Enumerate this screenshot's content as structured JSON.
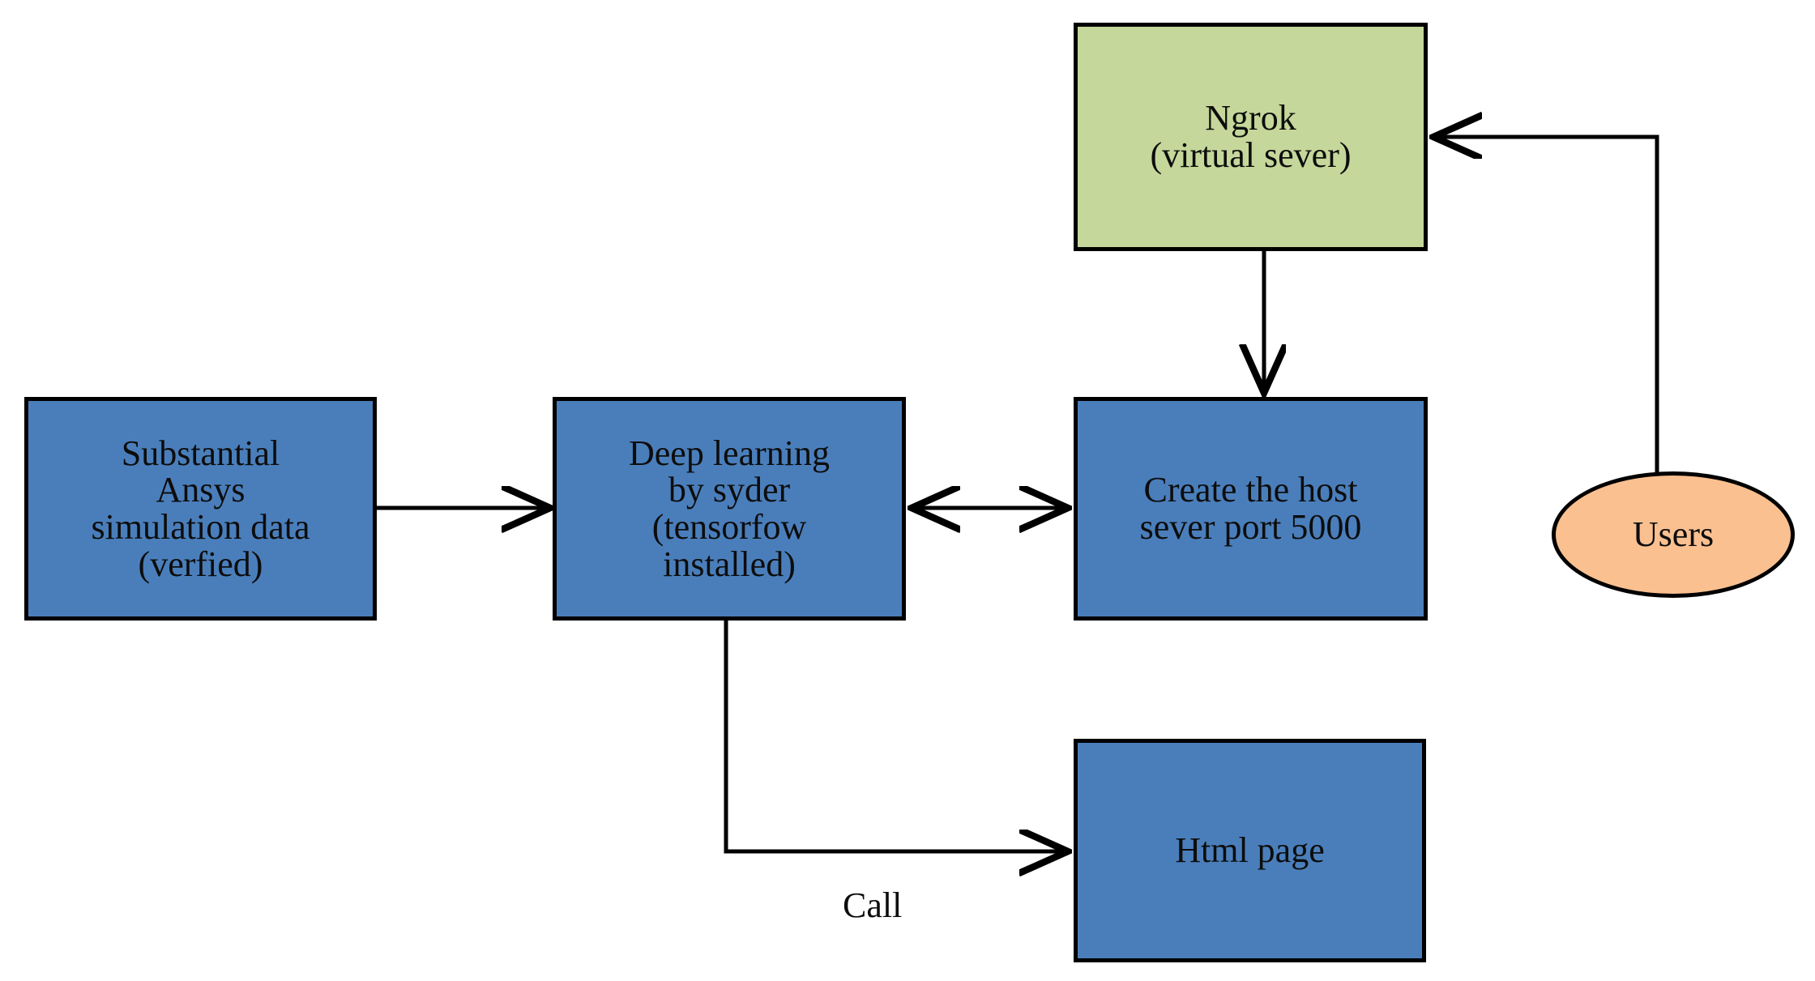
{
  "diagram": {
    "title_visible": false,
    "background": "#ffffff",
    "palette": {
      "process_fill": "#4a7ebb",
      "server_fill": "#c5d79a",
      "actor_fill": "#fac090",
      "stroke": "#000000",
      "text": "#0d0d0d"
    },
    "nodes": [
      {
        "id": "source",
        "shape": "rectangle",
        "fill": "#4a7ebb",
        "label": "Substantial\nAnsys\nsimulation data\n(verfied)"
      },
      {
        "id": "training",
        "shape": "rectangle",
        "fill": "#4a7ebb",
        "label": "Deep learning\nby syder\n(tensorfow\ninstalled)"
      },
      {
        "id": "ngrok",
        "shape": "rectangle",
        "fill": "#c5d79a",
        "label": "Ngrok\n(virtual sever)"
      },
      {
        "id": "host",
        "shape": "rectangle",
        "fill": "#4a7ebb",
        "label": "Create the host\nsever port 5000"
      },
      {
        "id": "html",
        "shape": "rectangle",
        "fill": "#4a7ebb",
        "label": "Html page"
      },
      {
        "id": "users",
        "shape": "ellipse",
        "fill": "#fac090",
        "label": "Users"
      }
    ],
    "edges": [
      {
        "id": "source-to-training",
        "from": "source",
        "to": "training",
        "arrow": "single",
        "label": ""
      },
      {
        "id": "training-to-host",
        "from": "training",
        "to": "host",
        "arrow": "double",
        "label": ""
      },
      {
        "id": "ngrok-to-host",
        "from": "ngrok",
        "to": "host",
        "arrow": "single",
        "label": ""
      },
      {
        "id": "users-to-ngrok",
        "from": "users",
        "to": "ngrok",
        "arrow": "single",
        "label": ""
      },
      {
        "id": "training-to-html",
        "from": "training",
        "to": "html",
        "arrow": "single",
        "label": "Call"
      }
    ],
    "edge_labels": {
      "call": "Call"
    }
  }
}
